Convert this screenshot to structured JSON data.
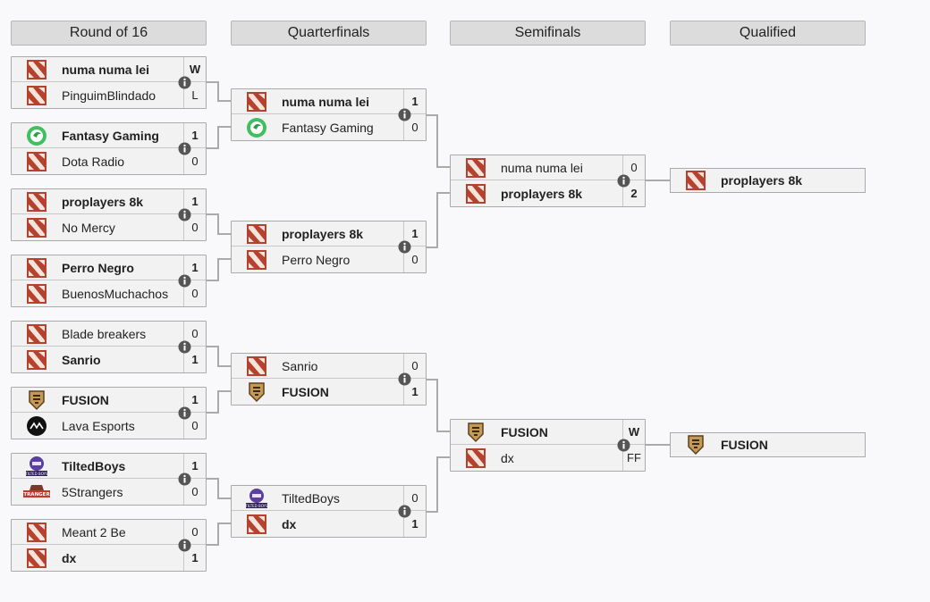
{
  "rounds": [
    "Round of 16",
    "Quarterfinals",
    "Semifinals",
    "Qualified"
  ],
  "r16": [
    {
      "t1": {
        "name": "numa numa lei",
        "score": "W",
        "logo": "dota",
        "win": true
      },
      "t2": {
        "name": "PinguimBlindado",
        "score": "L",
        "logo": "dota",
        "win": false
      }
    },
    {
      "t1": {
        "name": "Fantasy Gaming",
        "score": "1",
        "logo": "fantasy",
        "win": true
      },
      "t2": {
        "name": "Dota Radio",
        "score": "0",
        "logo": "dota",
        "win": false
      }
    },
    {
      "t1": {
        "name": "proplayers 8k",
        "score": "1",
        "logo": "dota",
        "win": true
      },
      "t2": {
        "name": "No Mercy",
        "score": "0",
        "logo": "dota",
        "win": false
      }
    },
    {
      "t1": {
        "name": "Perro Negro",
        "score": "1",
        "logo": "dota",
        "win": true
      },
      "t2": {
        "name": "BuenosMuchachos",
        "score": "0",
        "logo": "dota",
        "win": false
      }
    },
    {
      "t1": {
        "name": "Blade breakers",
        "score": "0",
        "logo": "dota",
        "win": false
      },
      "t2": {
        "name": "Sanrio",
        "score": "1",
        "logo": "dota",
        "win": true
      }
    },
    {
      "t1": {
        "name": "FUSION",
        "score": "1",
        "logo": "fusion",
        "win": true
      },
      "t2": {
        "name": "Lava Esports",
        "score": "0",
        "logo": "lava",
        "win": false
      }
    },
    {
      "t1": {
        "name": "TiltedBoys",
        "score": "1",
        "logo": "tilted",
        "win": true
      },
      "t2": {
        "name": "5Strangers",
        "score": "0",
        "logo": "strangers",
        "win": false
      }
    },
    {
      "t1": {
        "name": "Meant 2 Be",
        "score": "0",
        "logo": "dota",
        "win": false
      },
      "t2": {
        "name": "dx",
        "score": "1",
        "logo": "dota",
        "win": true
      }
    }
  ],
  "qf": [
    {
      "t1": {
        "name": "numa numa lei",
        "score": "1",
        "logo": "dota",
        "win": true
      },
      "t2": {
        "name": "Fantasy Gaming",
        "score": "0",
        "logo": "fantasy",
        "win": false
      }
    },
    {
      "t1": {
        "name": "proplayers 8k",
        "score": "1",
        "logo": "dota",
        "win": true
      },
      "t2": {
        "name": "Perro Negro",
        "score": "0",
        "logo": "dota",
        "win": false
      }
    },
    {
      "t1": {
        "name": "Sanrio",
        "score": "0",
        "logo": "dota",
        "win": false
      },
      "t2": {
        "name": "FUSION",
        "score": "1",
        "logo": "fusion",
        "win": true
      }
    },
    {
      "t1": {
        "name": "TiltedBoys",
        "score": "0",
        "logo": "tilted",
        "win": false
      },
      "t2": {
        "name": "dx",
        "score": "1",
        "logo": "dota",
        "win": true
      }
    }
  ],
  "sf": [
    {
      "t1": {
        "name": "numa numa lei",
        "score": "0",
        "logo": "dota",
        "win": false
      },
      "t2": {
        "name": "proplayers 8k",
        "score": "2",
        "logo": "dota",
        "win": true
      }
    },
    {
      "t1": {
        "name": "FUSION",
        "score": "W",
        "logo": "fusion",
        "win": true
      },
      "t2": {
        "name": "dx",
        "score": "FF",
        "logo": "dota",
        "win": false
      }
    }
  ],
  "qualified": [
    {
      "name": "proplayers 8k",
      "logo": "dota"
    },
    {
      "name": "FUSION",
      "logo": "fusion"
    }
  ],
  "logo_texts": {
    "tilted": "TILTED BOYS",
    "strangers": "STRANGERS"
  },
  "colors": {
    "dota": "#b5412f",
    "header_bg": "#dcdcdc",
    "connector": "#aaaaaa",
    "info_icon": "#555555"
  }
}
